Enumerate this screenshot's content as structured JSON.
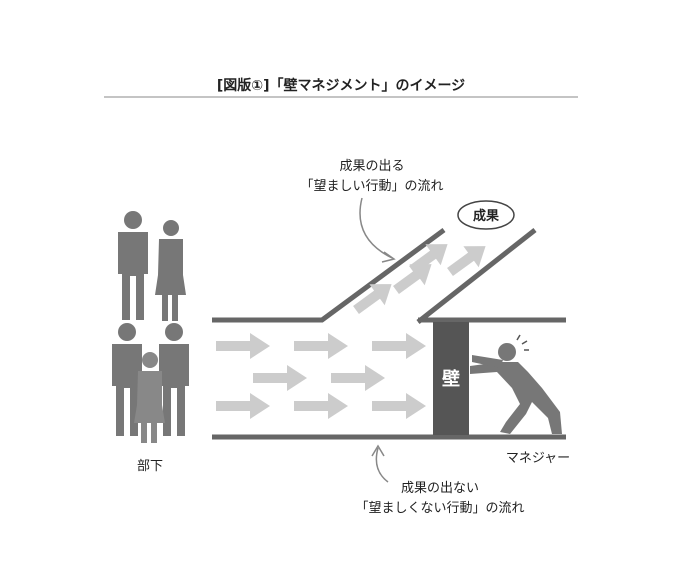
{
  "title": "[図版①]「壁マネジメント」のイメージ",
  "labels": {
    "upper_line1": "成果の出る",
    "upper_line2": "「望ましい行動」の流れ",
    "result": "成果",
    "wall": "壁",
    "manager": "マネジャー",
    "subordinates": "部下",
    "lower_line1": "成果の出ない",
    "lower_line2": "「望ましくない行動」の流れ"
  },
  "colors": {
    "pipe": "#666666",
    "arrow": "#cccccc",
    "wall": "#555555",
    "figure": "#777777",
    "text": "#222222"
  }
}
